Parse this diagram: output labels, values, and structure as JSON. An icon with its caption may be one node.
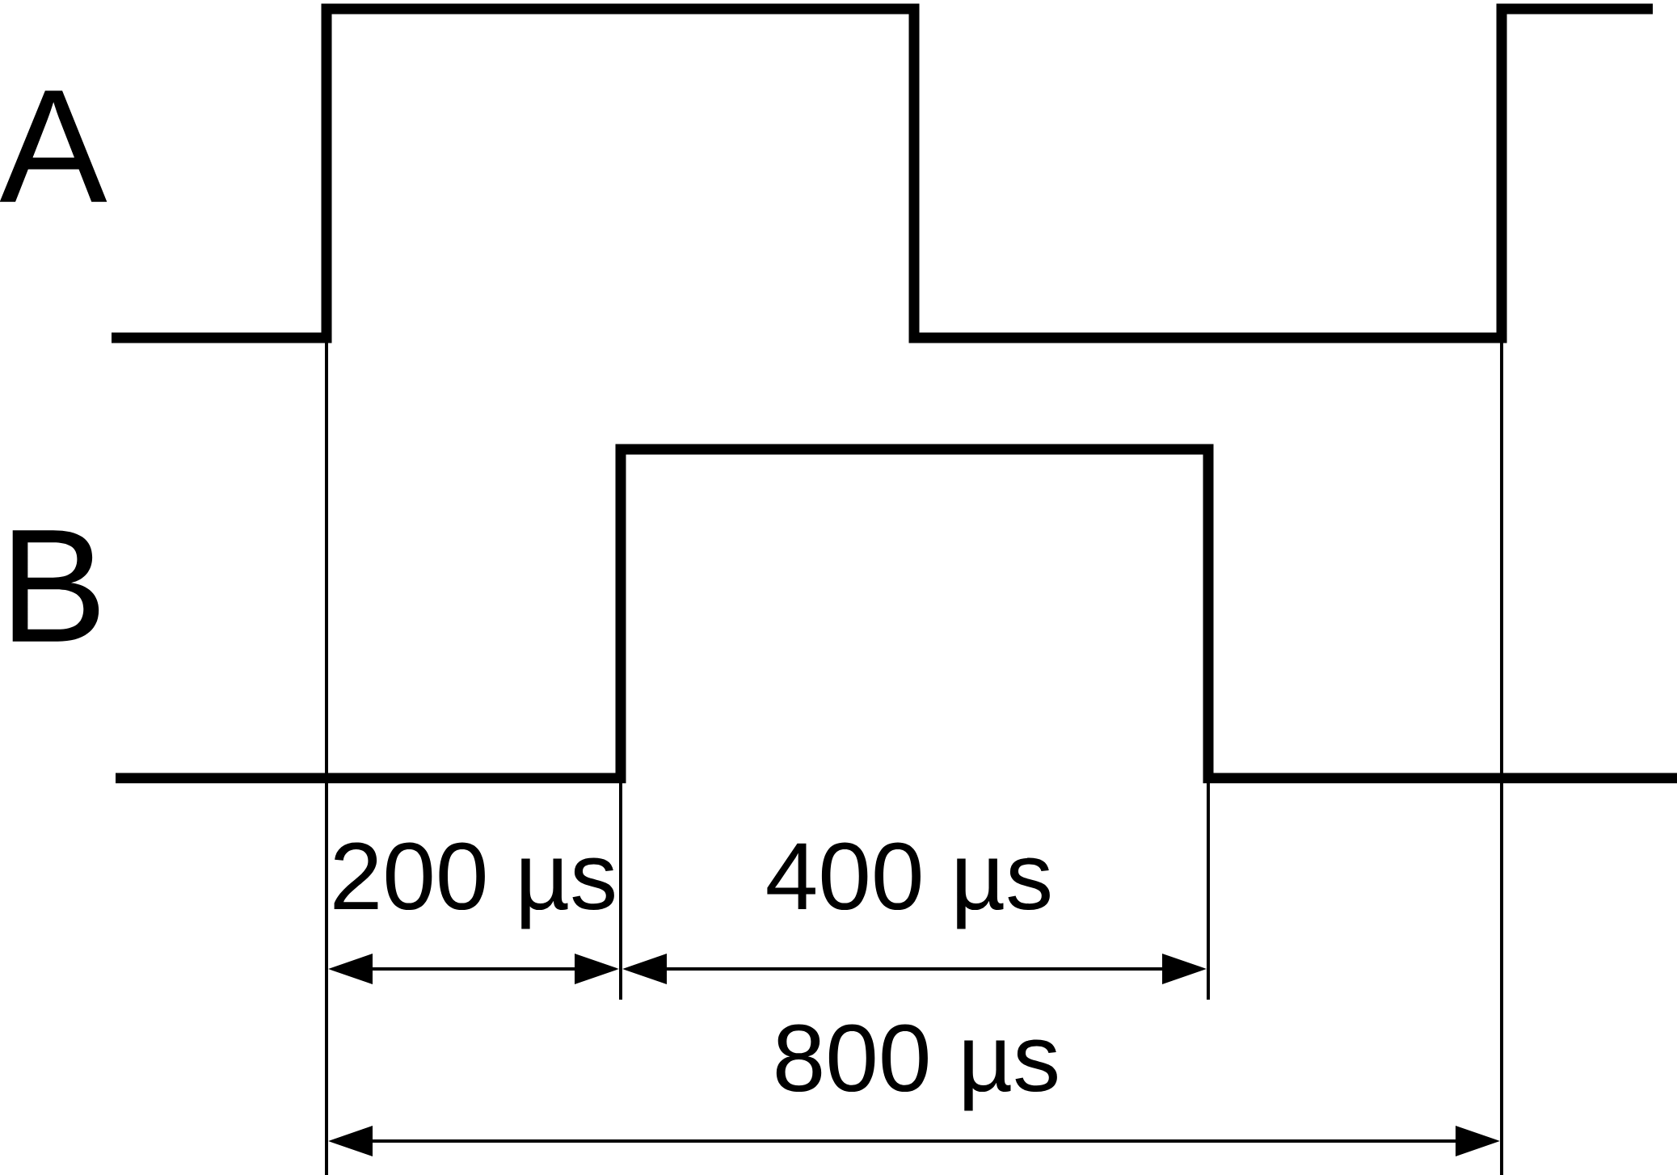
{
  "diagram": {
    "labels": [
      "A",
      "B",
      "200 µs",
      "400 µs",
      "800 µs"
    ]
  }
}
